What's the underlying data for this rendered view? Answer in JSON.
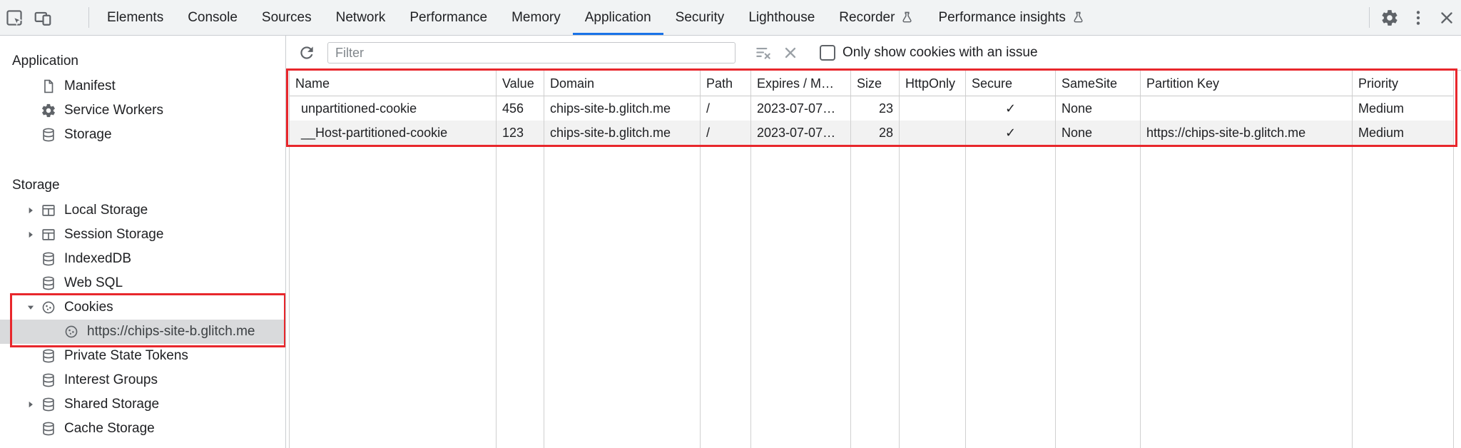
{
  "tabbar": {
    "selected_tab": "Application",
    "tabs": [
      {
        "label": "Elements"
      },
      {
        "label": "Console"
      },
      {
        "label": "Sources"
      },
      {
        "label": "Network"
      },
      {
        "label": "Performance"
      },
      {
        "label": "Memory"
      },
      {
        "label": "Application"
      },
      {
        "label": "Security"
      },
      {
        "label": "Lighthouse"
      },
      {
        "label": "Recorder"
      },
      {
        "label": "Performance insights"
      }
    ]
  },
  "sidebar": {
    "sections": [
      {
        "title": "Application",
        "items": [
          {
            "label": "Manifest"
          },
          {
            "label": "Service Workers"
          },
          {
            "label": "Storage"
          }
        ]
      },
      {
        "title": "Storage",
        "items": [
          {
            "label": "Local Storage"
          },
          {
            "label": "Session Storage"
          },
          {
            "label": "IndexedDB"
          },
          {
            "label": "Web SQL"
          },
          {
            "label": "Cookies"
          },
          {
            "label": "https://chips-site-b.glitch.me"
          },
          {
            "label": "Private State Tokens"
          },
          {
            "label": "Interest Groups"
          },
          {
            "label": "Shared Storage"
          },
          {
            "label": "Cache Storage"
          }
        ]
      }
    ],
    "selected_item": "https://chips-site-b.glitch.me"
  },
  "toolbar": {
    "filter_value": "",
    "filter_placeholder": "Filter",
    "checkbox_checked": false,
    "checkbox_label": "Only show cookies with an issue"
  },
  "cookies_table": {
    "columns": [
      "Name",
      "Value",
      "Domain",
      "Path",
      "Expires / M…",
      "Size",
      "HttpOnly",
      "Secure",
      "SameSite",
      "Partition Key",
      "Priority"
    ],
    "rows": [
      [
        "unpartitioned-cookie",
        "456",
        "chips-site-b.glitch.me",
        "/",
        "2023-07-07…",
        "23",
        "",
        "✓",
        "None",
        "",
        "Medium"
      ],
      [
        "__Host-partitioned-cookie",
        "123",
        "chips-site-b.glitch.me",
        "/",
        "2023-07-07…",
        "28",
        "",
        "✓",
        "None",
        "https://chips-site-b.glitch.me",
        "Medium"
      ]
    ]
  },
  "icons": {
    "inspect-icon": "cursor-in-box",
    "device-toolbar-icon": "overlapping-devices",
    "settings-gear-icon": "gear",
    "more-options-icon": "vertical-dots",
    "close-icon": "x",
    "experiment-flask-icon": "flask",
    "refresh-icon": "circular-arrow",
    "clear-filter-icon": "lines-with-x",
    "delete-icon": "x",
    "manifest-icon": "document",
    "service-workers-icon": "gear",
    "database-icon": "stacked-cylinders",
    "table-icon": "grid-table",
    "cookie-icon": "cookie-with-chips",
    "triangle-collapsed-icon": "right-triangle",
    "triangle-expanded-icon": "down-triangle"
  },
  "colors": {
    "annotation_highlight": "#e8272c",
    "selected_tab_underline": "#1a73e8",
    "row_stripe": "#f2f2f2",
    "toolbar_background": "#f1f3f4",
    "icon_grey": "#5f6368"
  }
}
